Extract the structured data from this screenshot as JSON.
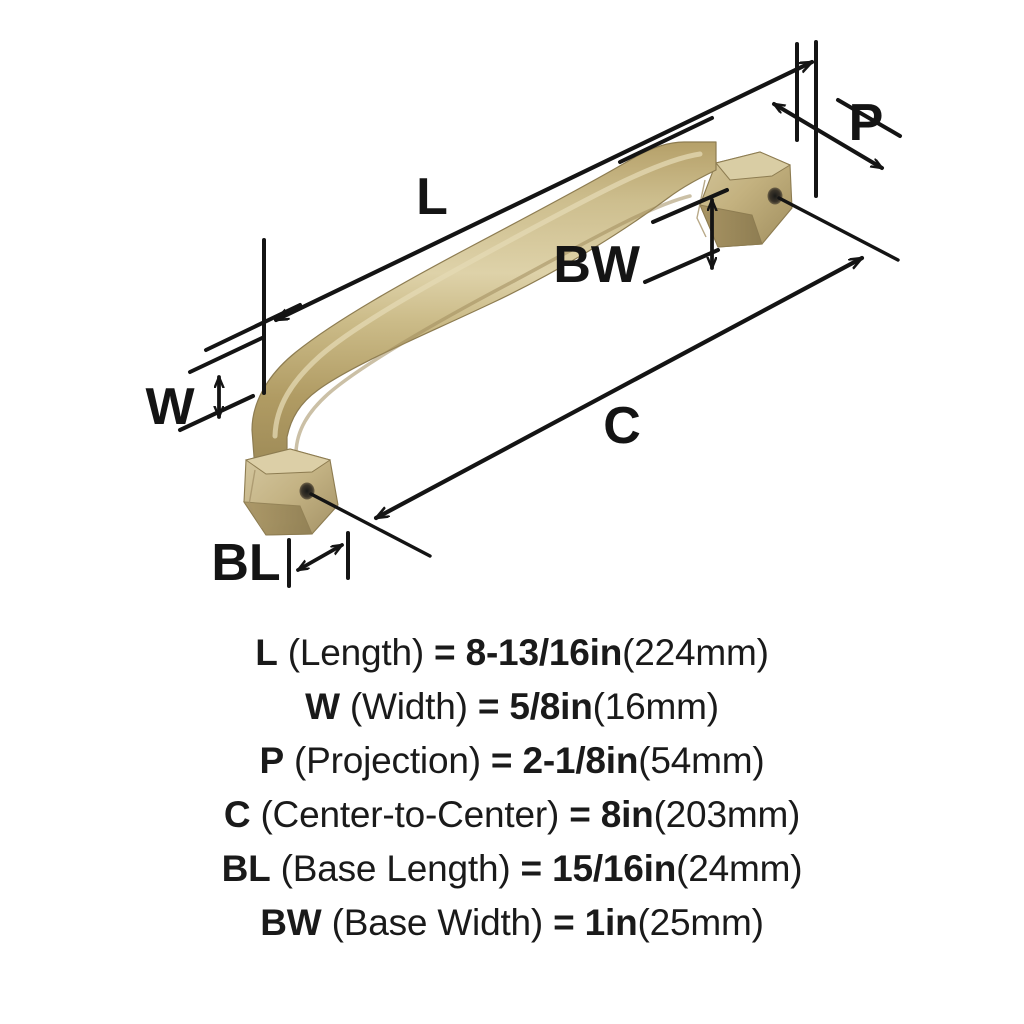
{
  "product": {
    "type": "cabinet-pull-handle",
    "finish_color": "#c0ae78",
    "finish_shadow": "#9c8b5c",
    "finish_highlight": "#d8cb9e",
    "line_color": "#141414",
    "background": "#ffffff"
  },
  "diagram": {
    "labels": {
      "L": "L",
      "W": "W",
      "P": "P",
      "C": "C",
      "BL": "BL",
      "BW": "BW"
    }
  },
  "specs": [
    {
      "code": "L",
      "name": "(Length)",
      "equals": "=",
      "imperial": "8-13/16in",
      "metric": "(224mm)"
    },
    {
      "code": "W",
      "name": "(Width)",
      "equals": "=",
      "imperial": "5/8in",
      "metric": "(16mm)"
    },
    {
      "code": "P",
      "name": "(Projection)",
      "equals": "=",
      "imperial": "2-1/8in",
      "metric": "(54mm)"
    },
    {
      "code": "C",
      "name": "(Center-to-Center)",
      "equals": "=",
      "imperial": "8in",
      "metric": "(203mm)"
    },
    {
      "code": "BL",
      "name": "(Base Length)",
      "equals": "=",
      "imperial": "15/16in",
      "metric": "(24mm)"
    },
    {
      "code": "BW",
      "name": "(Base Width)",
      "equals": "=",
      "imperial": "1in",
      "metric": "(25mm)"
    }
  ]
}
